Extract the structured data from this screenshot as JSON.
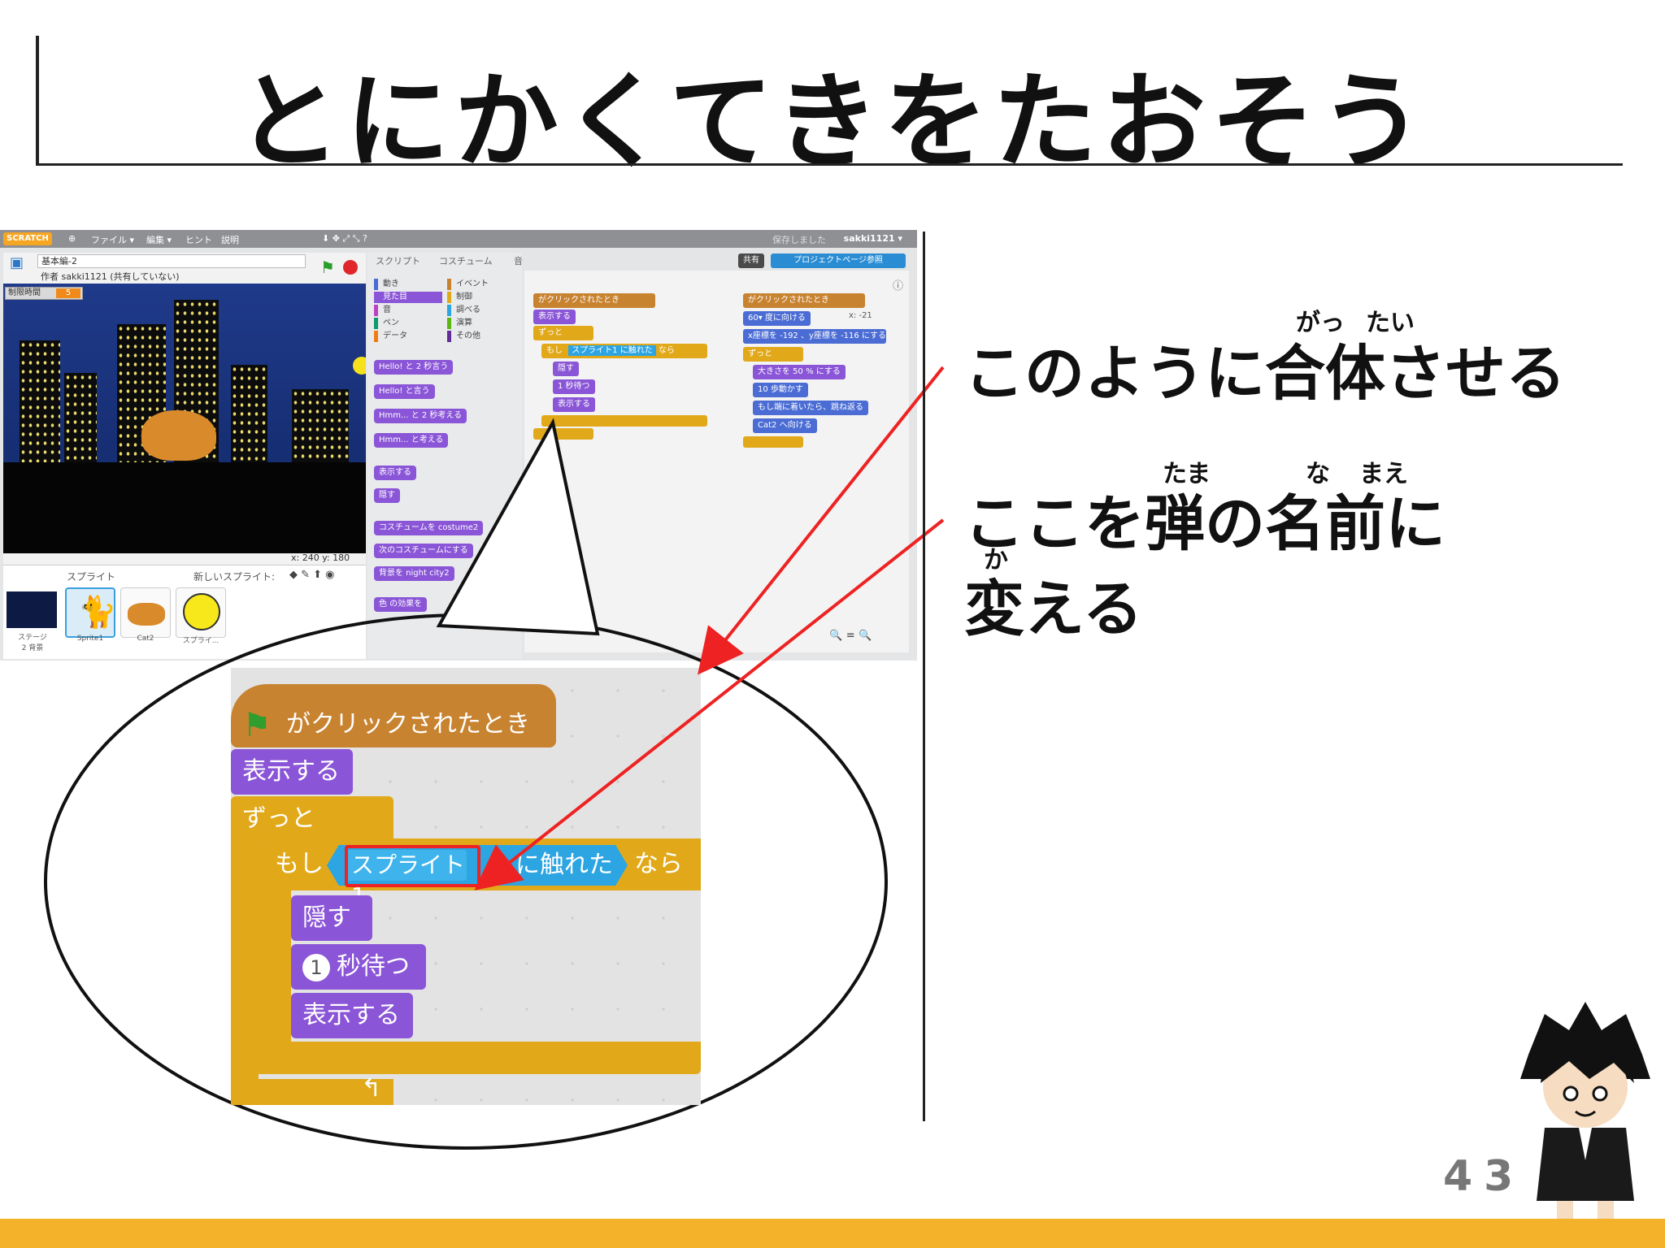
{
  "slide": {
    "title": "とにかくてきをたおそう",
    "page_number": "43",
    "accent_color": "#f4b12a",
    "callouts": [
      {
        "text": "このように合体させる",
        "ruby": [
          {
            "text": "がっ"
          },
          {
            "text": "たい"
          }
        ]
      },
      {
        "text_line1": "ここを弾の名前に",
        "text_line2": "変える",
        "ruby": [
          {
            "text": "たま"
          },
          {
            "text": "な"
          },
          {
            "text": "まえ"
          },
          {
            "text": "か"
          }
        ]
      }
    ]
  },
  "scratch": {
    "menubar": {
      "logo": "SCRATCH",
      "menus": [
        "ファイル ▾",
        "編集 ▾",
        "ヒント",
        "説明"
      ],
      "saved": "保存しました",
      "user": "sakki1121 ▾"
    },
    "project": {
      "title": "基本編-2",
      "author": "作者 sakki1121 (共有していない)",
      "timer_label": "制限時間",
      "timer_value": "5"
    },
    "stage_coords": "x: 240  y: 180",
    "sprites": {
      "header": "スプライト",
      "new_sprite": "新しいスプライト:",
      "stage_label": "ステージ",
      "stage_sub": "2 背景",
      "items": [
        "Sprite1",
        "Cat2",
        "スプライ..."
      ]
    },
    "tabs": [
      "スクリプト",
      "コスチューム",
      "音"
    ],
    "categories": [
      "動き",
      "見た目",
      "音",
      "ペン",
      "データ",
      "イベント",
      "制御",
      "調べる",
      "演算",
      "その他"
    ],
    "palette_blocks": [
      "Hello! と 2 秒言う",
      "Hello! と言う",
      "Hmm... と 2 秒考える",
      "Hmm... と考える",
      "表示する",
      "隠す",
      "コスチュームを costume2",
      "次のコスチュームにする",
      "背景を night city2",
      "色 の効果を"
    ],
    "buttons": {
      "share": "共有",
      "project_page": "プロジェクトページ参照"
    },
    "script1": [
      "がクリックされたとき",
      "表示する",
      "ずっと",
      "もし",
      "スプライト1",
      "に触れた",
      "なら",
      "隠す",
      "1 秒待つ",
      "表示する"
    ],
    "script2": [
      "がクリックされたとき",
      "60▾ 度に向ける",
      "x座標を -192 、y座標を -116 にする",
      "ずっと",
      "大きさを 50 % にする",
      "10 歩動かす",
      "もし端に着いたら、跳ね返る",
      "Cat2 へ向ける"
    ],
    "sprite_xy": "x: -21",
    "zoom_icons": "🔍 = 🔍"
  },
  "zoomed_script": {
    "hat": "がクリックされたとき",
    "show": "表示する",
    "forever": "ずっと",
    "if": "もし",
    "sprite": "スプライト1",
    "touching": "に触れた",
    "then": "なら",
    "hide": "隠す",
    "wait_num": "1",
    "wait": "秒待つ",
    "show2": "表示する"
  }
}
